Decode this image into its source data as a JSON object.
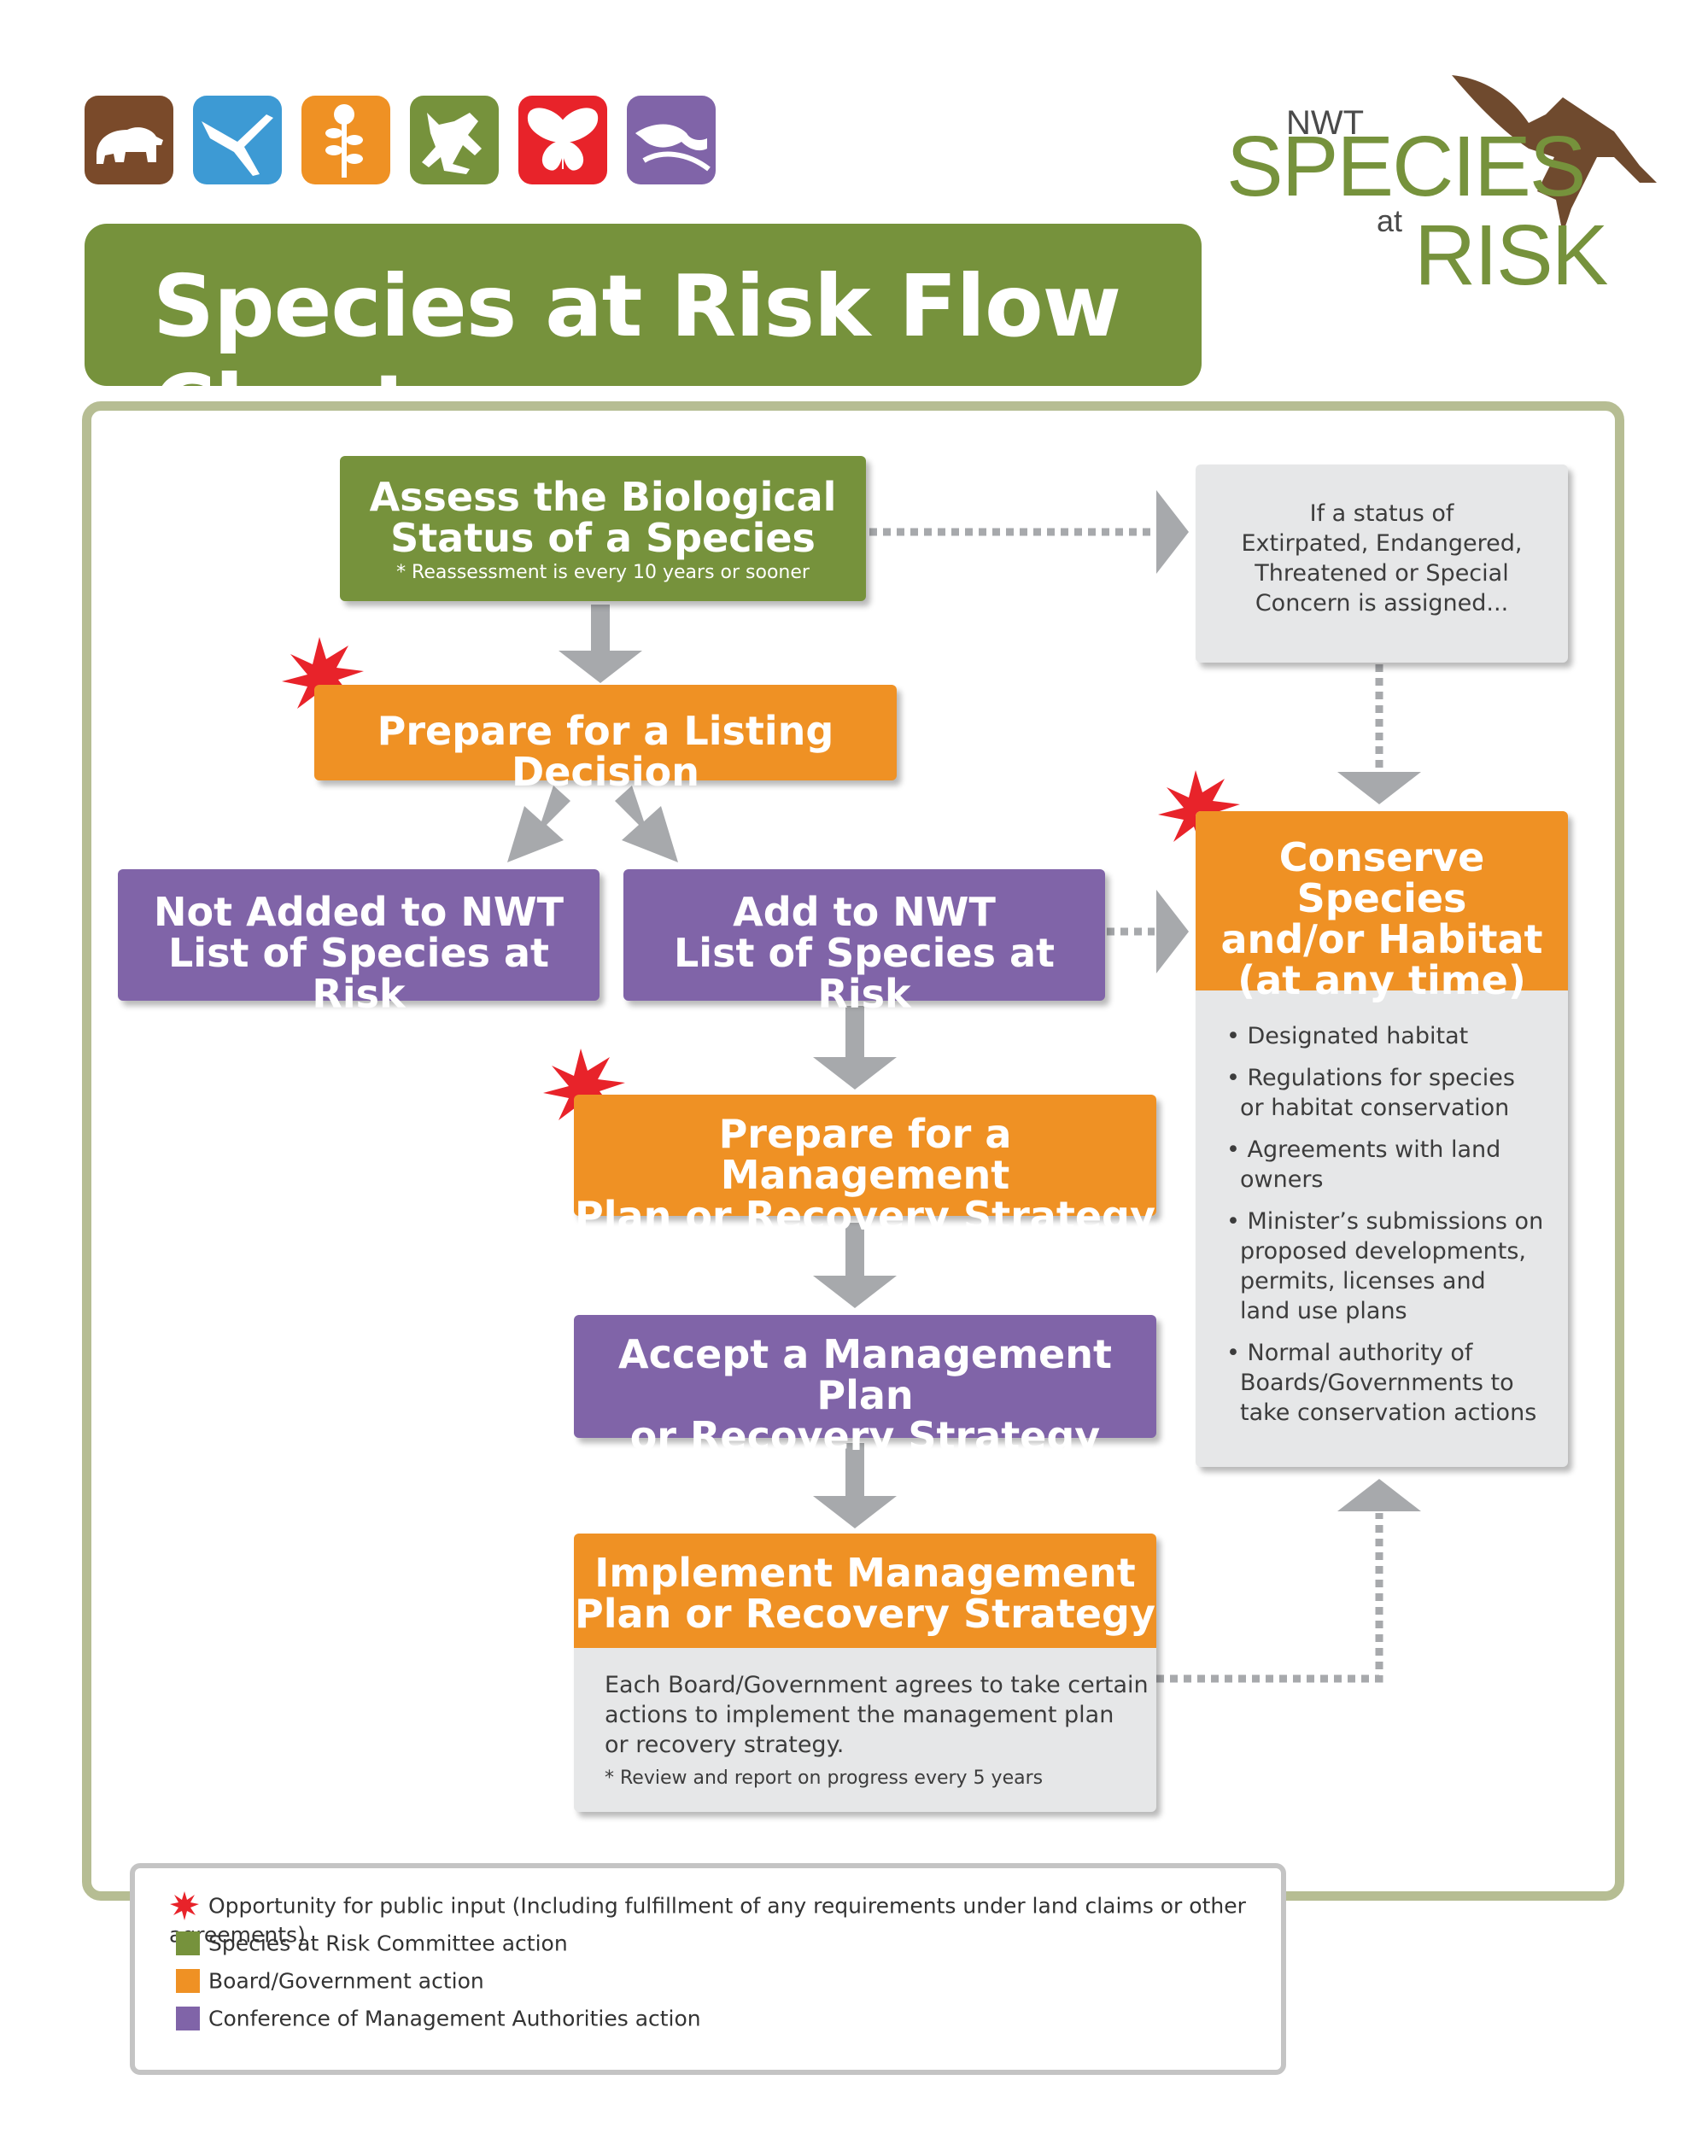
{
  "colors": {
    "green": "#76923c",
    "orange": "#ef9124",
    "purple": "#8064a8",
    "grey_box": "#e6e7e8",
    "star": "#e8232a",
    "frame": "#b6bd93"
  },
  "icons": [
    {
      "name": "bear-icon",
      "color": "#7a4a2a"
    },
    {
      "name": "bird-icon",
      "color": "#3d9ad4"
    },
    {
      "name": "plant-icon",
      "color": "#ef9124"
    },
    {
      "name": "frog-icon",
      "color": "#76923c"
    },
    {
      "name": "butterfly-icon",
      "color": "#e8232a"
    },
    {
      "name": "fish-icon",
      "color": "#8064a8"
    }
  ],
  "logo": {
    "nwt": "NWT",
    "species": "SPECIES",
    "at": "at",
    "risk": "RISK"
  },
  "title": "Species at Risk Flow Chart",
  "nodes": {
    "assess": {
      "line1": "Assess the Biological",
      "line2": "Status of a Species",
      "note": "* Reassessment is every 10 years or sooner"
    },
    "status": {
      "line1": "If a status of",
      "line2": "Extirpated, Endangered,",
      "line3": "Threatened or Special",
      "line4": "Concern is assigned..."
    },
    "listing": "Prepare for a Listing Decision",
    "not_added": {
      "line1": "Not Added to NWT",
      "line2": "List of Species at Risk"
    },
    "add": {
      "line1": "Add to NWT",
      "line2": "List of Species at Risk"
    },
    "conserve": {
      "line1": "Conserve Species",
      "line2": "and/or Habitat",
      "line3": "(at any time)",
      "bullets": [
        [
          "Designated habitat"
        ],
        [
          "Regulations for species",
          "or habitat conservation"
        ],
        [
          "Agreements with land",
          "owners"
        ],
        [
          "Minister’s submissions on",
          "proposed developments,",
          "permits, licenses and",
          "land use plans"
        ],
        [
          "Normal authority of",
          "Boards/Governments to",
          "take conservation actions"
        ]
      ]
    },
    "prepare_plan": {
      "line1": "Prepare for a Management",
      "line2": "Plan or Recovery Strategy"
    },
    "accept_plan": {
      "line1": "Accept a Management Plan",
      "line2": "or Recovery Strategy"
    },
    "implement": {
      "line1": "Implement Management",
      "line2": "Plan or Recovery Strategy",
      "body1": "Each Board/Government agrees to take certain",
      "body2": "actions to implement the management plan",
      "body3": "or recovery strategy.",
      "note": "* Review and report on progress every 5 years"
    }
  },
  "legend": {
    "public_input": "Opportunity for public input (Including fulfillment of any requirements under land claims or other agreements)",
    "committee": "Species at Risk Committee action",
    "board": "Board/Government action",
    "conference": "Conference of Management Authorities action"
  }
}
